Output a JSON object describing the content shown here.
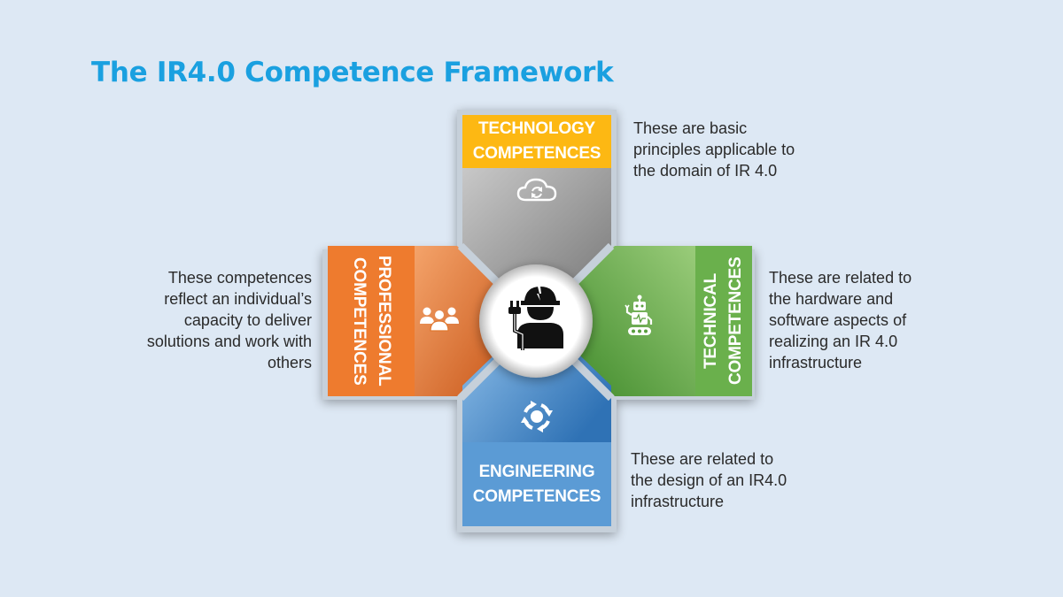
{
  "title": "The IR4.0 Competence Framework",
  "center": {
    "icon": "engineer-with-plug-icon"
  },
  "arms": {
    "technology": {
      "label": [
        "TECHNOLOGY",
        "COMPETENCES"
      ],
      "icon": "cloud-sync-icon",
      "color": "#fdb813",
      "body_color": "#8a8a8a",
      "description": [
        "These are basic",
        "principles applicable to",
        "the domain of IR 4.0"
      ]
    },
    "professional": {
      "label": [
        "PROFESSIONAL",
        "COMPETENCES"
      ],
      "icon": "people-group-icon",
      "color": "#ee7b2e",
      "description": [
        "These competences",
        "reflect an individual’s",
        "capacity to deliver",
        "solutions and work with",
        "others"
      ]
    },
    "technical": {
      "label": [
        "TECHNICAL",
        "COMPETENCES"
      ],
      "icon": "robot-icon",
      "color": "#6ab04c",
      "description": [
        "These are related to",
        "the hardware and",
        "software aspects of",
        "realizing an IR 4.0",
        "infrastructure"
      ]
    },
    "engineering": {
      "label": [
        "ENGINEERING",
        "COMPETENCES"
      ],
      "icon": "cycle-arrows-icon",
      "color": "#5b9bd5",
      "description": [
        "These are related to",
        "the design of an IR4.0",
        "infrastructure"
      ]
    }
  }
}
